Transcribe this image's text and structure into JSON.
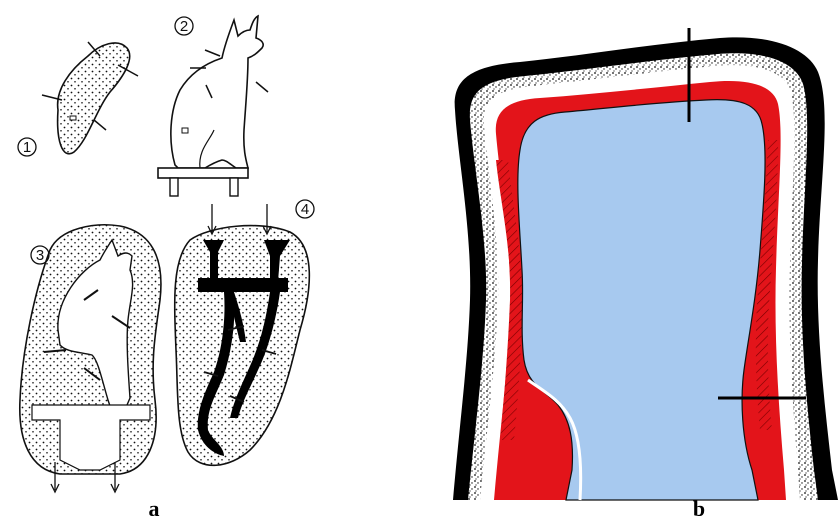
{
  "panels": [
    {
      "label": "a",
      "steps": [
        {
          "number": "1",
          "symbol": "①"
        },
        {
          "number": "2",
          "symbol": "②"
        },
        {
          "number": "3",
          "symbol": "③"
        },
        {
          "number": "4",
          "symbol": "④"
        }
      ]
    },
    {
      "label": "b"
    }
  ],
  "colors": {
    "core_fill": "#a7c9ef",
    "metal_layer": "#e3141a",
    "mould_black": "#000000",
    "outline": "#111111",
    "background": "#ffffff"
  },
  "icons": [
    "cat-wax-model",
    "clay-mould",
    "pouring-arrow",
    "chaplet-pin",
    "stipple-texture"
  ]
}
